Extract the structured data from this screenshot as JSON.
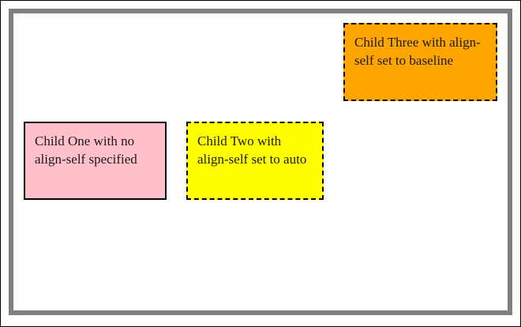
{
  "container": {
    "border_color": "#808080"
  },
  "children": [
    {
      "text": "Child One with no align-self specified",
      "background": "#ffc0cb",
      "border_style": "solid"
    },
    {
      "text": "Child Two with align-self set to auto",
      "background": "#ffff00",
      "border_style": "dashed"
    },
    {
      "text": "Child Three with align-self set to baseline",
      "background": "#ffa500",
      "border_style": "dashed"
    }
  ]
}
